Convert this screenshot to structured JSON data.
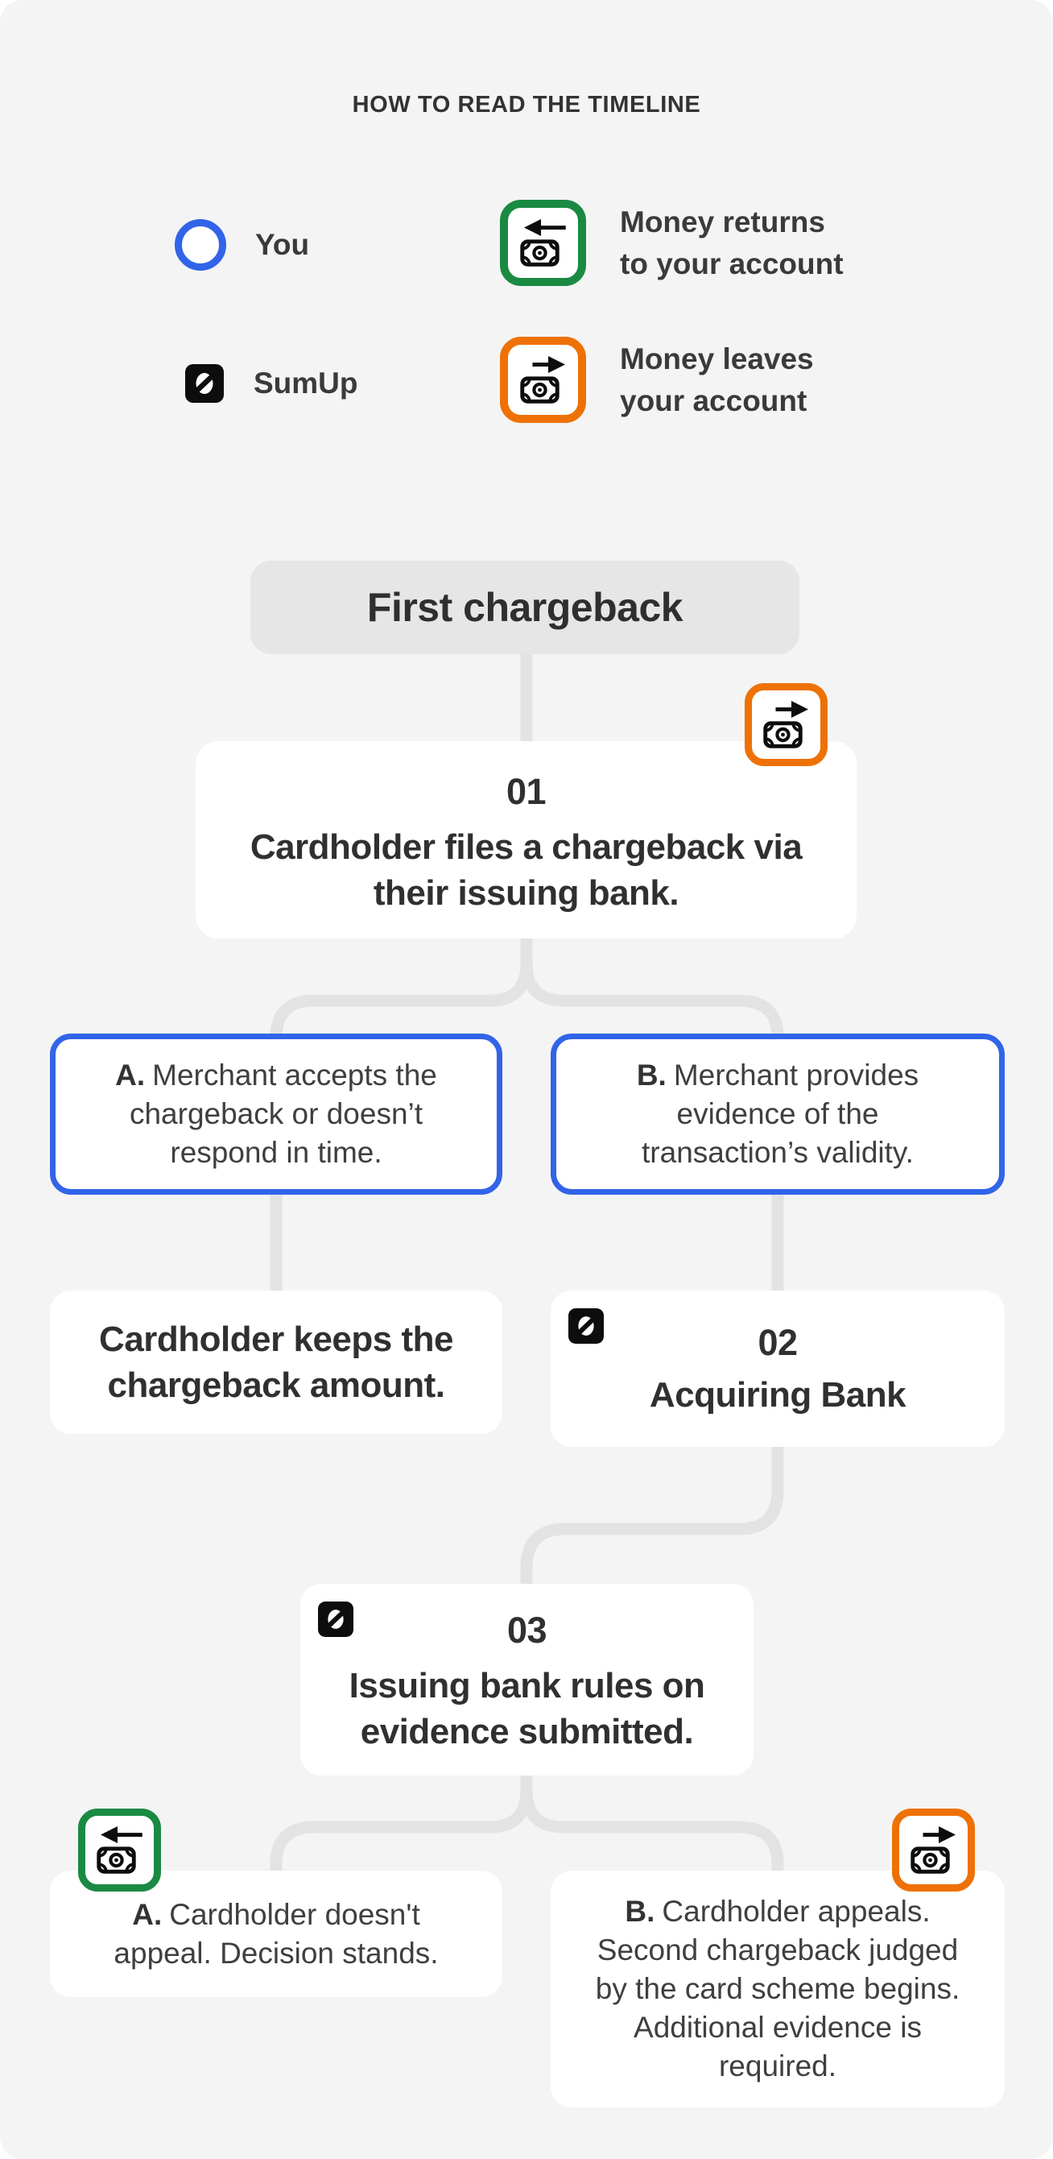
{
  "title": "HOW TO READ THE TIMELINE",
  "legend": {
    "items": [
      {
        "icon": "you-circle-icon",
        "label": "You"
      },
      {
        "icon": "money-in-icon",
        "label": "Money returns to your account"
      },
      {
        "icon": "sumup-logo-icon",
        "label": "SumUp"
      },
      {
        "icon": "money-out-icon",
        "label": "Money leaves your account"
      }
    ]
  },
  "flow": {
    "stage_title": "First chargeback",
    "step01": {
      "num": "01",
      "text": "Cardholder files a chargeback via their issuing bank."
    },
    "option_a1": {
      "label": "A.",
      "text": "Merchant accepts the chargeback or doesn’t respond in time."
    },
    "option_b1": {
      "label": "B.",
      "text": "Merchant provides evidence of the transaction’s validity."
    },
    "outcome_a1": {
      "text": "Cardholder keeps the chargeback amount."
    },
    "step02": {
      "num": "02",
      "text": "Acquiring Bank"
    },
    "step03": {
      "num": "03",
      "text": "Issuing bank rules on evidence submitted."
    },
    "option_a2": {
      "label": "A.",
      "text": "Cardholder doesn't appeal. Decision stands."
    },
    "option_b2": {
      "label": "B.",
      "text": "Cardholder appeals. Second chargeback judged by the card scheme begins. Additional evidence is required."
    }
  },
  "colors": {
    "canvas_bg": "#f4f4f5",
    "pill_bg": "#e6e6e7",
    "connector": "#e3e3e4",
    "blue": "#3164e8",
    "green": "#1a8a43",
    "orange": "#ee7105",
    "text_dark": "#303030",
    "text_body": "#3f3f3f",
    "icon_black": "#0d0d0d"
  }
}
